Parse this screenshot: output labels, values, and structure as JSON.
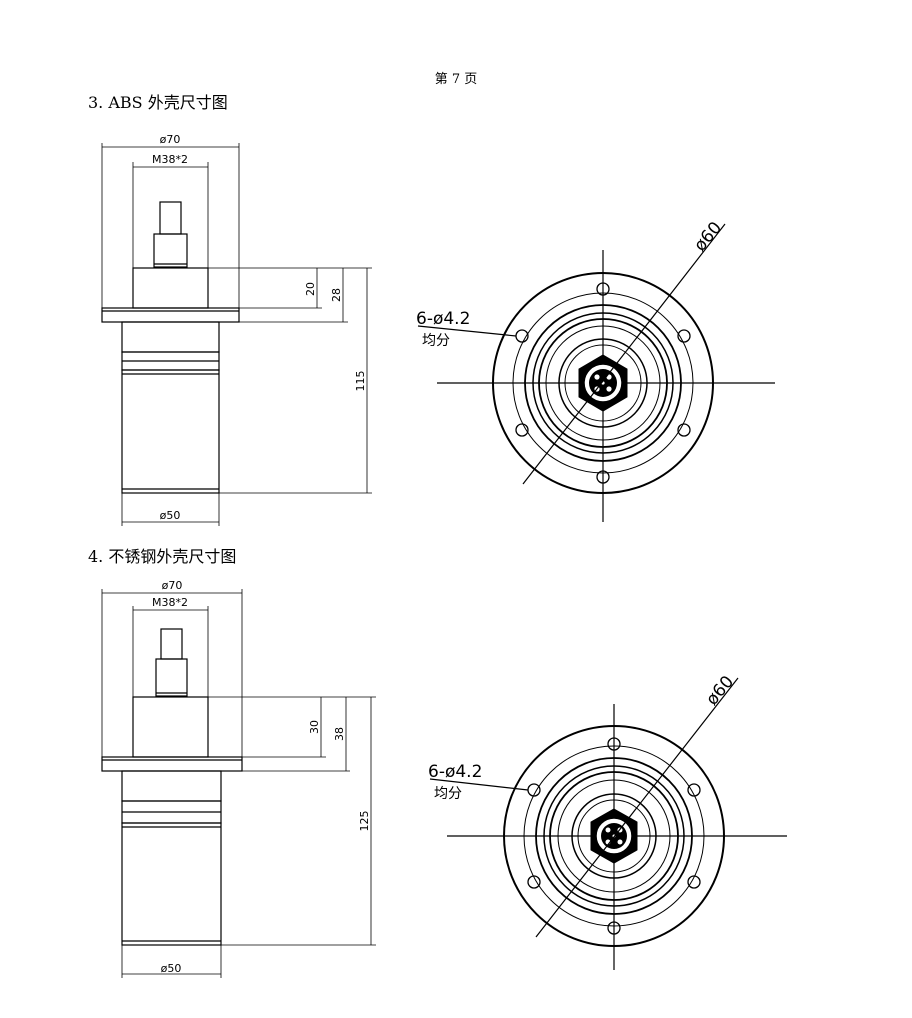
{
  "page_number": "第 7 页",
  "sections": [
    {
      "heading": "3. ABS 外壳尺寸图",
      "side_view": {
        "flange_diameter": "ø70",
        "thread": "M38*2",
        "thread_height": "20",
        "head_height": "28",
        "total_length": "115",
        "body_diameter": "ø50"
      },
      "top_view": {
        "pcd": "ø60",
        "holes": "6-ø4.2",
        "holes_note": "均分"
      }
    },
    {
      "heading": "4. 不锈钢外壳尺寸图",
      "side_view": {
        "flange_diameter": "ø70",
        "thread": "M38*2",
        "thread_height": "30",
        "head_height": "38",
        "total_length": "125",
        "body_diameter": "ø50"
      },
      "top_view": {
        "pcd": "ø60",
        "holes": "6-ø4.2",
        "holes_note": "均分"
      }
    }
  ]
}
